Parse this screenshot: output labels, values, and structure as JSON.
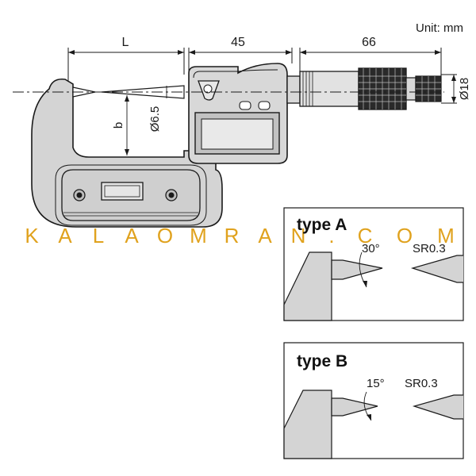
{
  "header": {
    "unit_label": "Unit: mm"
  },
  "dimensions": {
    "length_label": "L",
    "display_width": "45",
    "thimble_length": "66",
    "spindle_diameter": "Ø18",
    "anvil_diameter": "Ø6.5",
    "throat_depth_label": "b"
  },
  "watermark": {
    "letters": [
      "K",
      "A",
      "L",
      "A",
      "O",
      "M",
      "R",
      "A",
      "N",
      ".",
      "C",
      "O",
      "M"
    ]
  },
  "type_a": {
    "title": "type A",
    "angle": "30°",
    "tip_radius": "SR0.3"
  },
  "type_b": {
    "title": "type B",
    "angle": "15°",
    "tip_radius": "SR0.3"
  },
  "colors": {
    "frame_fill": "#d4d4d4",
    "outline": "#1a1a1a",
    "watermark": "#e0a21e"
  }
}
